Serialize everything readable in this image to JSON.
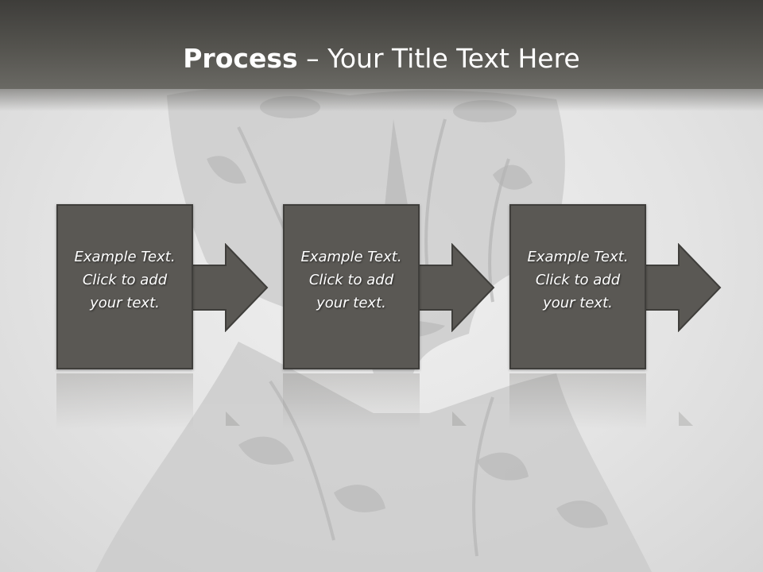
{
  "title": {
    "bold": "Process",
    "rest": " – Your Title Text Here"
  },
  "steps": [
    {
      "line1": "Example Text.",
      "line2": "Click to add",
      "line3": "your text."
    },
    {
      "line1": "Example Text.",
      "line2": "Click to add",
      "line3": "your text."
    },
    {
      "line1": "Example Text.",
      "line2": "Click to add",
      "line3": "your text."
    }
  ],
  "colors": {
    "box_fill": "#5a5854",
    "box_border": "#3f3e3b",
    "title_bar": "#55544f",
    "text": "#ffffff"
  }
}
